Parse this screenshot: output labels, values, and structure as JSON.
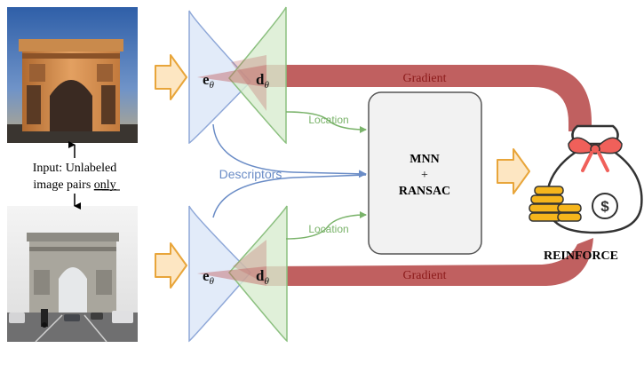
{
  "input_caption": {
    "line1": "Input: Unlabeled",
    "line2_prefix": "image pairs ",
    "line2_emphasis": "only"
  },
  "encoder_top": {
    "encoder_label": "e",
    "decoder_label": "d",
    "subscript": "θ"
  },
  "encoder_bottom": {
    "encoder_label": "e",
    "decoder_label": "d",
    "subscript": "θ"
  },
  "labels": {
    "gradient_top": "Gradient",
    "gradient_bottom": "Gradient",
    "location_top": "Location",
    "location_bottom": "Location",
    "descriptors": "Descriptors"
  },
  "matcher": {
    "line1": "MNN",
    "line2": "+",
    "line3": "RANSAC"
  },
  "reward": {
    "label": "REINFORCE",
    "bag_symbol": "$"
  },
  "colors": {
    "encoder_fill": "#dde8f8",
    "encoder_stroke": "#8fa8d8",
    "decoder_fill": "#d8ecd0",
    "decoder_stroke": "#8cc080",
    "gradient": "#c06060",
    "gradient_text": "#8b1a1a",
    "location": "#7ab36a",
    "descriptors": "#6a8cc6",
    "arrow_fill": "#fde6c2",
    "arrow_stroke": "#e8a53a",
    "matcher_fill": "#f2f2f2",
    "bag": "#333333",
    "bow": "#f0605a",
    "coins": "#f5b51c"
  },
  "icons": [
    "arc-photo-top",
    "arc-photo-bottom",
    "money-bag-icon",
    "coin-stack-icon",
    "bow-icon"
  ]
}
